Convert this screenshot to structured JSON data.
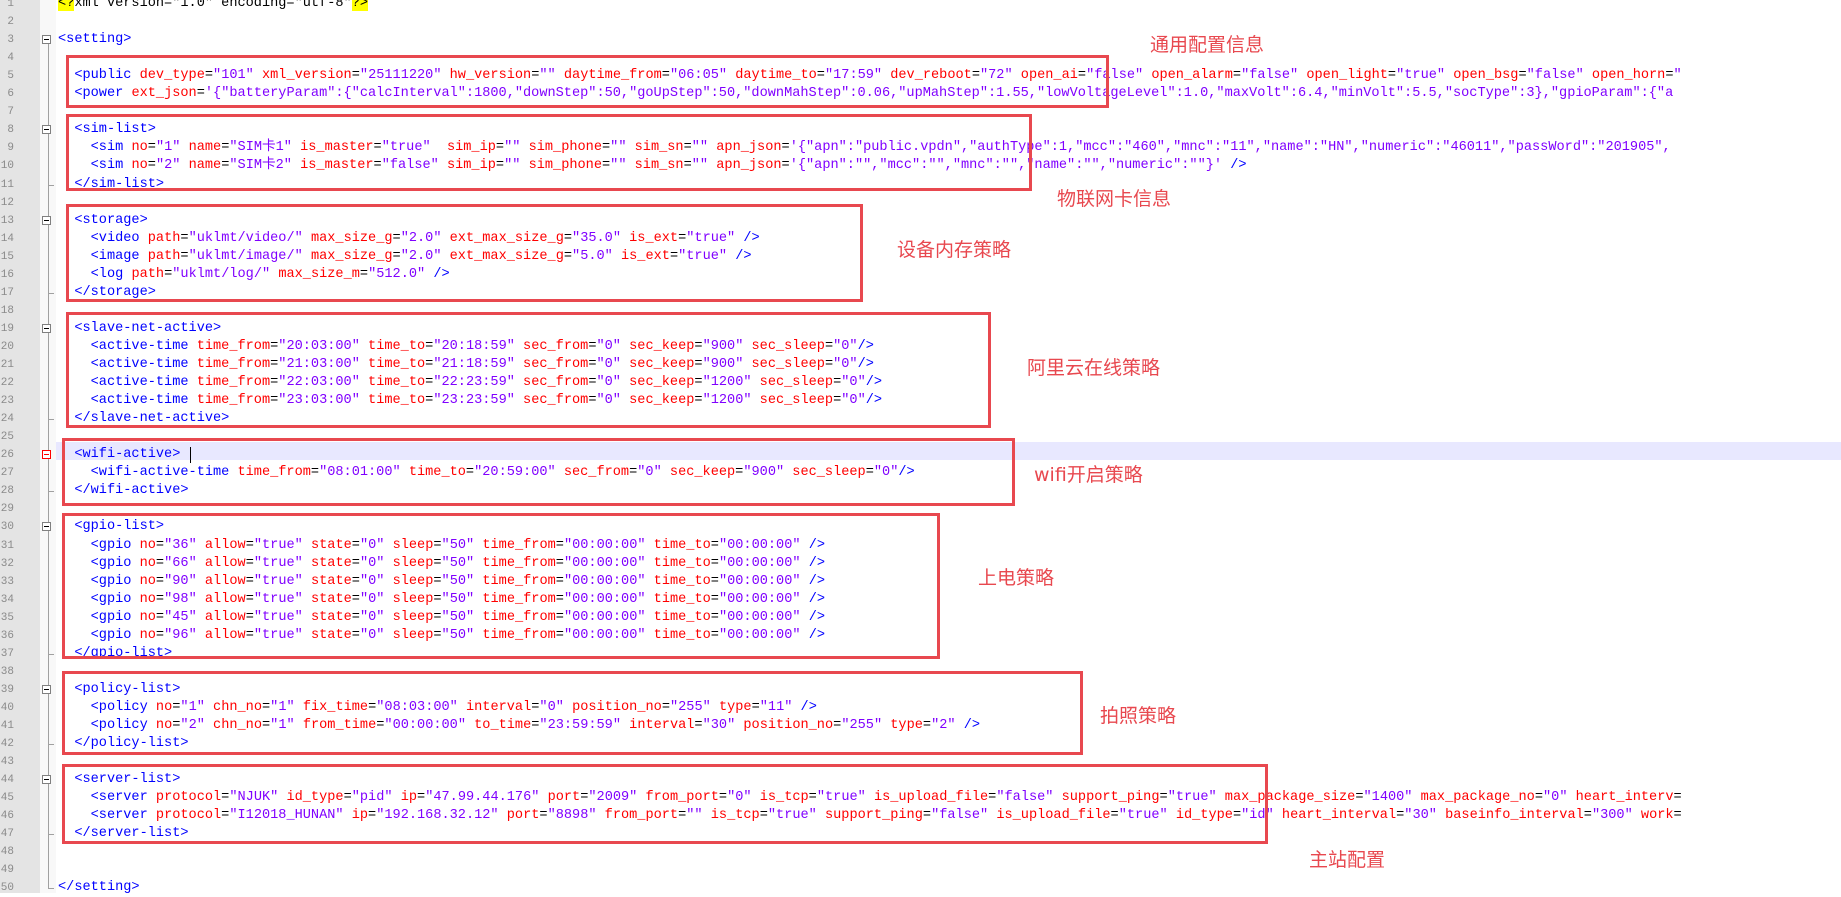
{
  "editor": {
    "line_numbers": [
      "1",
      "2",
      "3",
      "4",
      "5",
      "6",
      "7",
      "8",
      "9",
      "10",
      "11",
      "12",
      "13",
      "14",
      "15",
      "16",
      "17",
      "18",
      "19",
      "20",
      "21",
      "22",
      "23",
      "24",
      "25",
      "26",
      "27",
      "28",
      "29",
      "30",
      "31",
      "32",
      "33",
      "34",
      "35",
      "36",
      "37",
      "38",
      "39",
      "40",
      "41",
      "42",
      "43",
      "44",
      "45",
      "46",
      "47",
      "48",
      "49",
      "50"
    ],
    "lines": {
      "l1": {
        "pi_open": "<?",
        "pi_rest": "xml version=\"1.0\" encoding=\"utf-8\"",
        "pi_close": "?>"
      },
      "l3": {
        "tag": "<setting>"
      },
      "l5": {
        "t0": "<public",
        "a1": " dev_type",
        "v1": "\"101\"",
        "a2": " xml_version",
        "v2": "\"25111220\"",
        "a3": " hw_version",
        "v3": "\"\"",
        "a4": " daytime_from",
        "v4": "\"06:05\"",
        "a5": " daytime_to",
        "v5": "\"17:59\"",
        "a6": " dev_reboot",
        "v6": "\"72\"",
        "a7": " open_ai",
        "v7": "\"false\"",
        "a8": " open_alarm",
        "v8": "\"false\"",
        "a9": " open_light",
        "v9": "\"true\"",
        "a10": " open_bsg",
        "v10": "\"false\"",
        "a11": " open_horn",
        "v11": "\""
      },
      "l6": {
        "t0": "<power",
        "a1": " ext_json",
        "v1": "'{\"batteryParam\":{\"calcInterval\":1800,\"downStep\":50,\"goUpStep\":50,\"downMahStep\":0.06,\"upMahStep\":1.55,\"lowVoltageLevel\":1.0,\"maxVolt\":6.4,\"minVolt\":5.5,\"socType\":3},\"gpioParam\":{\"a"
      },
      "l8": {
        "tag": "<sim-list>"
      },
      "l9": {
        "t0": "<sim",
        "a1": " no",
        "v1": "\"1\"",
        "a2": " name",
        "v2": "\"SIM卡1\"",
        "a3": " is_master",
        "v3": "\"true\"",
        "a4": "  sim_ip",
        "v4": "\"\"",
        "a5": " sim_phone",
        "v5": "\"\"",
        "a6": " sim_sn",
        "v6": "\"\"",
        "a7": " apn_json",
        "v7": "'{\"apn\":\"public.vpdn\",\"authType\":1,\"mcc\":\"460\",\"mnc\":\"11\",\"name\":\"HN\",\"numeric\":\"46011\",\"passWord\":\"201905\","
      },
      "l10": {
        "t0": "<sim",
        "a1": " no",
        "v1": "\"2\"",
        "a2": " name",
        "v2": "\"SIM卡2\"",
        "a3": " is_master",
        "v3": "\"false\"",
        "a4": " sim_ip",
        "v4": "\"\"",
        "a5": " sim_phone",
        "v5": "\"\"",
        "a6": " sim_sn",
        "v6": "\"\"",
        "a7": " apn_json",
        "v7": "'{\"apn\":\"\",\"mcc\":\"\",\"mnc\":\"\",\"name\":\"\",\"numeric\":\"\"}'",
        "t1": " />"
      },
      "l11": {
        "tag": "</sim-list>"
      },
      "l13": {
        "tag": "<storage>"
      },
      "l14": {
        "t0": "<video",
        "a1": " path",
        "v1": "\"uklmt/video/\"",
        "a2": " max_size_g",
        "v2": "\"2.0\"",
        "a3": " ext_max_size_g",
        "v3": "\"35.0\"",
        "a4": " is_ext",
        "v4": "\"true\"",
        "t1": " />"
      },
      "l15": {
        "t0": "<image",
        "a1": " path",
        "v1": "\"uklmt/image/\"",
        "a2": " max_size_g",
        "v2": "\"2.0\"",
        "a3": " ext_max_size_g",
        "v3": "\"5.0\"",
        "a4": " is_ext",
        "v4": "\"true\"",
        "t1": " />"
      },
      "l16": {
        "t0": "<log",
        "a1": " path",
        "v1": "\"uklmt/log/\"",
        "a2": " max_size_m",
        "v2": "\"512.0\"",
        "t1": " />"
      },
      "l17": {
        "tag": "</storage>"
      },
      "l19": {
        "tag": "<slave-net-active>"
      },
      "l20": {
        "t0": "<active-time",
        "a1": " time_from",
        "v1": "\"20:03:00\"",
        "a2": " time_to",
        "v2": "\"20:18:59\"",
        "a3": " sec_from",
        "v3": "\"0\"",
        "a4": " sec_keep",
        "v4": "\"900\"",
        "a5": " sec_sleep",
        "v5": "\"0\"",
        "t1": "/>"
      },
      "l21": {
        "t0": "<active-time",
        "a1": " time_from",
        "v1": "\"21:03:00\"",
        "a2": " time_to",
        "v2": "\"21:18:59\"",
        "a3": " sec_from",
        "v3": "\"0\"",
        "a4": " sec_keep",
        "v4": "\"900\"",
        "a5": " sec_sleep",
        "v5": "\"0\"",
        "t1": "/>"
      },
      "l22": {
        "t0": "<active-time",
        "a1": " time_from",
        "v1": "\"22:03:00\"",
        "a2": " time_to",
        "v2": "\"22:23:59\"",
        "a3": " sec_from",
        "v3": "\"0\"",
        "a4": " sec_keep",
        "v4": "\"1200\"",
        "a5": " sec_sleep",
        "v5": "\"0\"",
        "t1": "/>"
      },
      "l23": {
        "t0": "<active-time",
        "a1": " time_from",
        "v1": "\"23:03:00\"",
        "a2": " time_to",
        "v2": "\"23:23:59\"",
        "a3": " sec_from",
        "v3": "\"0\"",
        "a4": " sec_keep",
        "v4": "\"1200\"",
        "a5": " sec_sleep",
        "v5": "\"0\"",
        "t1": "/>"
      },
      "l24": {
        "tag": "</slave-net-active>"
      },
      "l26": {
        "tag": "<wifi-active>"
      },
      "l27": {
        "t0": "<wifi-active-time",
        "a1": " time_from",
        "v1": "\"08:01:00\"",
        "a2": " time_to",
        "v2": "\"20:59:00\"",
        "a3": " sec_from",
        "v3": "\"0\"",
        "a4": " sec_keep",
        "v4": "\"900\"",
        "a5": " sec_sleep",
        "v5": "\"0\"",
        "t1": "/>"
      },
      "l28": {
        "tag": "</wifi-active>"
      },
      "l30": {
        "tag": "<gpio-list>"
      },
      "l31": {
        "t0": "<gpio",
        "a1": " no",
        "v1": "\"36\"",
        "a2": " allow",
        "v2": "\"true\"",
        "a3": " state",
        "v3": "\"0\"",
        "a4": " sleep",
        "v4": "\"50\"",
        "a5": " time_from",
        "v5": "\"00:00:00\"",
        "a6": " time_to",
        "v6": "\"00:00:00\"",
        "t1": " />"
      },
      "l32": {
        "t0": "<gpio",
        "a1": " no",
        "v1": "\"66\"",
        "a2": " allow",
        "v2": "\"true\"",
        "a3": " state",
        "v3": "\"0\"",
        "a4": " sleep",
        "v4": "\"50\"",
        "a5": " time_from",
        "v5": "\"00:00:00\"",
        "a6": " time_to",
        "v6": "\"00:00:00\"",
        "t1": " />"
      },
      "l33": {
        "t0": "<gpio",
        "a1": " no",
        "v1": "\"90\"",
        "a2": " allow",
        "v2": "\"true\"",
        "a3": " state",
        "v3": "\"0\"",
        "a4": " sleep",
        "v4": "\"50\"",
        "a5": " time_from",
        "v5": "\"00:00:00\"",
        "a6": " time_to",
        "v6": "\"00:00:00\"",
        "t1": " />"
      },
      "l34": {
        "t0": "<gpio",
        "a1": " no",
        "v1": "\"98\"",
        "a2": " allow",
        "v2": "\"true\"",
        "a3": " state",
        "v3": "\"0\"",
        "a4": " sleep",
        "v4": "\"50\"",
        "a5": " time_from",
        "v5": "\"00:00:00\"",
        "a6": " time_to",
        "v6": "\"00:00:00\"",
        "t1": " />"
      },
      "l35": {
        "t0": "<gpio",
        "a1": " no",
        "v1": "\"45\"",
        "a2": " allow",
        "v2": "\"true\"",
        "a3": " state",
        "v3": "\"0\"",
        "a4": " sleep",
        "v4": "\"50\"",
        "a5": " time_from",
        "v5": "\"00:00:00\"",
        "a6": " time_to",
        "v6": "\"00:00:00\"",
        "t1": " />"
      },
      "l36": {
        "t0": "<gpio",
        "a1": " no",
        "v1": "\"96\"",
        "a2": " allow",
        "v2": "\"true\"",
        "a3": " state",
        "v3": "\"0\"",
        "a4": " sleep",
        "v4": "\"50\"",
        "a5": " time_from",
        "v5": "\"00:00:00\"",
        "a6": " time_to",
        "v6": "\"00:00:00\"",
        "t1": " />"
      },
      "l37": {
        "tag": "</gpio-list>"
      },
      "l39": {
        "tag": "<policy-list>"
      },
      "l40": {
        "t0": "<policy",
        "a1": " no",
        "v1": "\"1\"",
        "a2": " chn_no",
        "v2": "\"1\"",
        "a3": " fix_time",
        "v3": "\"08:03:00\"",
        "a4": " interval",
        "v4": "\"0\"",
        "a5": " position_no",
        "v5": "\"255\"",
        "a6": " type",
        "v6": "\"11\"",
        "t1": " />"
      },
      "l41": {
        "t0": "<policy",
        "a1": " no",
        "v1": "\"2\"",
        "a2": " chn_no",
        "v2": "\"1\"",
        "a3": " from_time",
        "v3": "\"00:00:00\"",
        "a4": " to_time",
        "v4": "\"23:59:59\"",
        "a5": " interval",
        "v5": "\"30\"",
        "a6": " position_no",
        "v6": "\"255\"",
        "a7": " type",
        "v7": "\"2\"",
        "t1": " />"
      },
      "l42": {
        "tag": "</policy-list>"
      },
      "l44": {
        "tag": "<server-list>"
      },
      "l45": {
        "t0": "<server",
        "a1": " protocol",
        "v1": "\"NJUK\"",
        "a2": " id_type",
        "v2": "\"pid\"",
        "a3": " ip",
        "v3": "\"47.99.44.176\"",
        "a4": " port",
        "v4": "\"2009\"",
        "a5": " from_port",
        "v5": "\"0\"",
        "a6": " is_tcp",
        "v6": "\"true\"",
        "a7": " is_upload_file",
        "v7": "\"false\"",
        "a8": " support_ping",
        "v8": "\"true\"",
        "a9": " max_package_size",
        "v9": "\"1400\"",
        "a10": " max_package_no",
        "v10": "\"0\"",
        "a11": " heart_interv",
        "v11": ""
      },
      "l46": {
        "t0": "<server",
        "a1": " protocol",
        "v1": "\"I12018_HUNAN\"",
        "a2": " ip",
        "v2": "\"192.168.32.12\"",
        "a3": " port",
        "v3": "\"8898\"",
        "a4": " from_port",
        "v4": "\"\"",
        "a5": " is_tcp",
        "v5": "\"true\"",
        "a6": " support_ping",
        "v6": "\"false\"",
        "a7": " is_upload_file",
        "v7": "\"true\"",
        "a8": " id_type",
        "v8": "\"id\"",
        "a9": " heart_interval",
        "v9": "\"30\"",
        "a10": " baseinfo_interval",
        "v10": "\"300\"",
        "a11": " work",
        "v11": ""
      },
      "l47": {
        "tag": "</server-list>"
      },
      "l50": {
        "tag": "</setting>"
      }
    }
  },
  "annotations": {
    "general_config": "通用配置信息",
    "iot_sim_info": "物联网卡信息",
    "storage_policy": "设备内存策略",
    "aliyun_online_policy": "阿里云在线策略",
    "wifi_policy": "wifi开启策略",
    "power_policy": "上电策略",
    "photo_policy": "拍照策略",
    "master_station_config": "主站配置"
  }
}
